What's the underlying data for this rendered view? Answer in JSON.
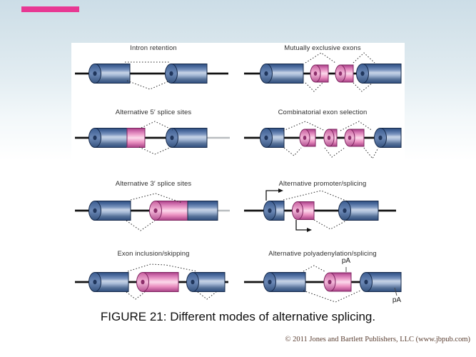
{
  "slide": {
    "caption": "FIGURE 21: Different modes of alternative splicing.",
    "copyright": "© 2011 Jones and Bartlett Publishers, LLC (www.jbpub.com)",
    "accent_bar_color": "#e73893",
    "background_top_color": "#ccdde7"
  },
  "figure": {
    "panels": [
      {
        "id": "intron-retention",
        "title": "Intron retention"
      },
      {
        "id": "mutually-exclusive-exons",
        "title": "Mutually exclusive exons"
      },
      {
        "id": "alternative-5-splice-sites",
        "title": "Alternative 5′ splice sites"
      },
      {
        "id": "combinatorial-exon-selection",
        "title": "Combinatorial exon selection"
      },
      {
        "id": "alternative-3-splice-sites",
        "title": "Alternative 3′ splice sites"
      },
      {
        "id": "alternative-promoter-splicing",
        "title": "Alternative promoter/splicing"
      },
      {
        "id": "exon-inclusion-skipping",
        "title": "Exon inclusion/skipping"
      },
      {
        "id": "alternative-polyadenylation-splicing",
        "title": "Alternative polyadenylation/splicing"
      }
    ],
    "labels": {
      "polyA_top": "pA",
      "polyA_bottom": "pA"
    },
    "colors": {
      "exon_blue": "#5b7cb0",
      "exon_pink": "#ef93c4",
      "intron_line": "#121212",
      "alt_gray_line": "#b9bdc0",
      "splice_dotted": "#2a2a2a"
    }
  }
}
